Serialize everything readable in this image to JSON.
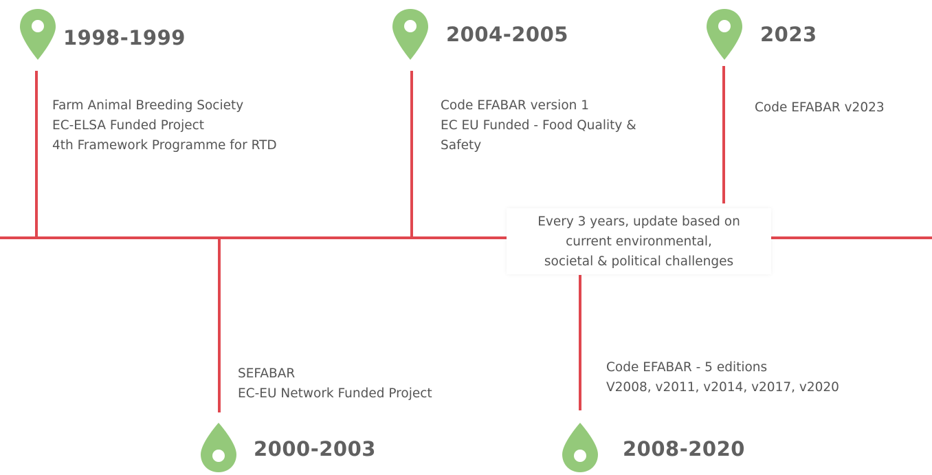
{
  "colors": {
    "line": "#e0474f",
    "pin": "#94c97a",
    "text": "#555555"
  },
  "events": [
    {
      "year": "1998-1999",
      "lines": [
        "Farm Animal Breeding Society",
        "EC-ELSA Funded Project",
        "4th Framework Programme for RTD"
      ]
    },
    {
      "year": "2000-2003",
      "lines": [
        "SEFABAR",
        "EC-EU Network Funded Project"
      ]
    },
    {
      "year": "2004-2005",
      "lines": [
        "Code EFABAR version 1",
        "EC EU Funded - Food Quality &",
        "Safety"
      ]
    },
    {
      "year": "2008-2020",
      "lines": [
        "Code EFABAR - 5 editions",
        "V2008, v2011, v2014, v2017, v2020"
      ]
    },
    {
      "year": "2023",
      "lines": [
        "Code EFABAR v2023"
      ]
    }
  ],
  "callout": {
    "lines": [
      "Every 3 years, update based on",
      "current environmental,",
      "societal & political challenges"
    ]
  }
}
